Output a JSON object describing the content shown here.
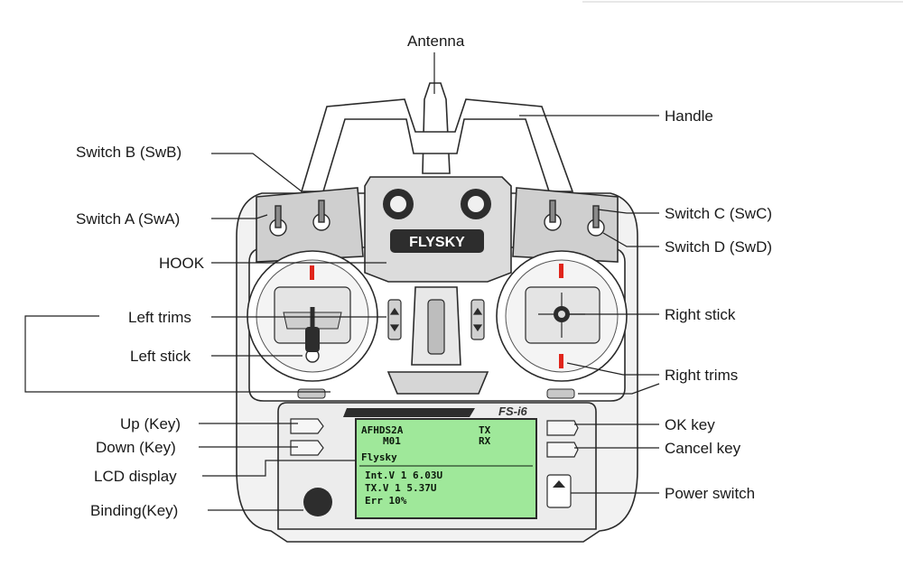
{
  "device": {
    "brand": "FLYSKY",
    "model": "FS-i6",
    "colors": {
      "lcd": "#9fe89a",
      "trim_mark": "#e0251b",
      "outline": "#2b2b2b",
      "panel": "#e6e6e6",
      "dark": "#4a4a4a"
    }
  },
  "lcd": {
    "line1": "AFHDS2A",
    "line1_tx": "TX",
    "line1_rx": "RX",
    "line2": "M01",
    "line3": "Flysky",
    "line4": "Int.V 1 6.03U",
    "line5": "TX.V 1 5.37U",
    "line6": "Err  10%"
  },
  "labels": {
    "antenna": "Antenna",
    "handle": "Handle",
    "switch_b": "Switch B (SwB)",
    "switch_a": "Switch A (SwA)",
    "switch_c": "Switch C (SwC)",
    "switch_d": "Switch D (SwD)",
    "hook": "HOOK",
    "left_trims": "Left trims",
    "left_stick": "Left stick",
    "right_stick": "Right stick",
    "right_trims": "Right trims",
    "up_key": "Up (Key)",
    "down_key": "Down (Key)",
    "lcd_display": "LCD display",
    "binding_key": "Binding(Key)",
    "ok_key": "OK key",
    "cancel_key": "Cancel key",
    "power_switch": "Power switch"
  }
}
